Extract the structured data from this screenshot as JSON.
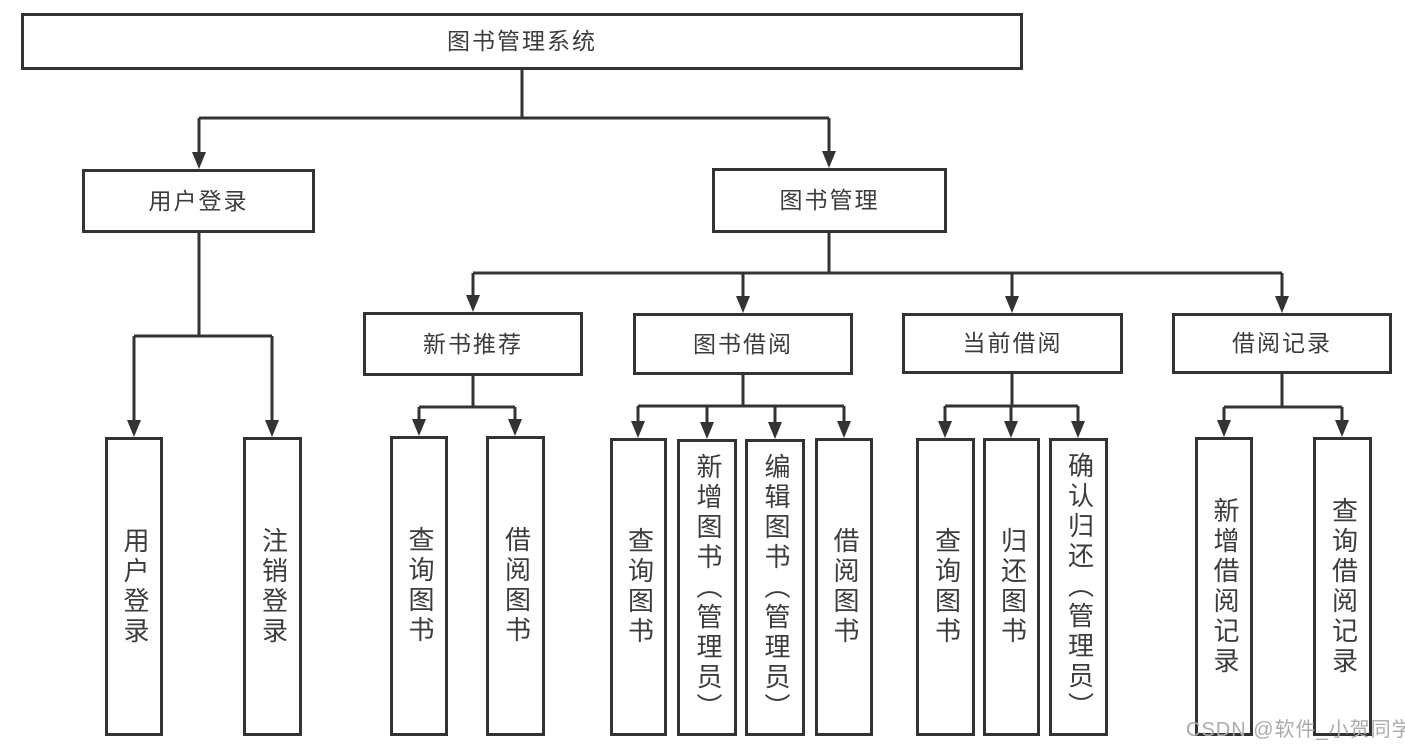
{
  "figure": {
    "type": "hierarchy-diagram",
    "tree": {
      "label": "图书管理系统",
      "children": [
        {
          "label": "用户登录",
          "children": [
            {
              "label": "用户登录"
            },
            {
              "label": "注销登录"
            }
          ]
        },
        {
          "label": "图书管理",
          "children": [
            {
              "label": "新书推荐",
              "children": [
                {
                  "label": "查询图书"
                },
                {
                  "label": "借阅图书"
                }
              ]
            },
            {
              "label": "图书借阅",
              "children": [
                {
                  "label": "查询图书"
                },
                {
                  "label": "新增图书（管理员）"
                },
                {
                  "label": "编辑图书（管理员）"
                },
                {
                  "label": "借阅图书"
                }
              ]
            },
            {
              "label": "当前借阅",
              "children": [
                {
                  "label": "查询图书"
                },
                {
                  "label": "归还图书"
                },
                {
                  "label": "确认归还（管理员）"
                }
              ]
            },
            {
              "label": "借阅记录",
              "children": [
                {
                  "label": "新增借阅记录"
                },
                {
                  "label": "查询借阅记录"
                }
              ]
            }
          ]
        }
      ]
    }
  },
  "watermark": {
    "text": "CSDN @软件_小贺同学"
  },
  "colors": {
    "line": "#333333",
    "box_border": "#333333",
    "box_fill": "#ffffff",
    "text": "#3c3c3c",
    "watermark": "#ababab",
    "background": "#ffffff"
  }
}
